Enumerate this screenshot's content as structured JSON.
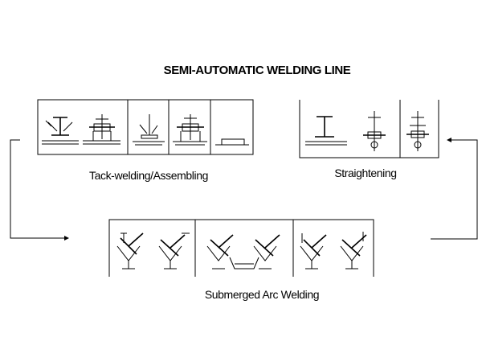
{
  "diagram": {
    "title": "SEMI-AUTOMATIC WELDING LINE",
    "stations": {
      "tack_welding": {
        "label": "Tack-welding/Assembling"
      },
      "straightening": {
        "label": "Straightening"
      },
      "saw": {
        "label": "Submerged Arc Welding"
      }
    }
  }
}
